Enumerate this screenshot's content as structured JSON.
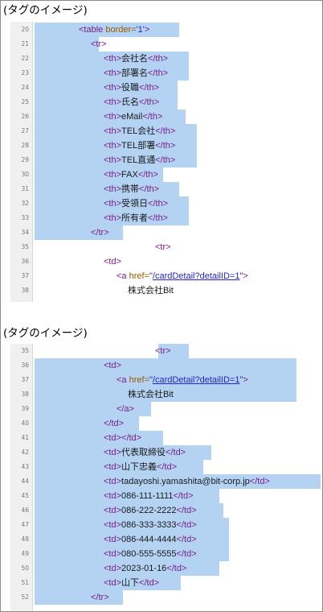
{
  "captions": [
    "(タグのイメージ)",
    "(タグのイメージ)"
  ],
  "colors": {
    "selection": "#b4d3f3",
    "tag": "#7a1f86",
    "attr": "#9a5a00",
    "string": "#2424c8",
    "gutter": "#f0f0f0"
  },
  "panel1": {
    "lines": [
      {
        "n": "20",
        "tokens": [
          {
            "t": "tag",
            "v": "<table "
          },
          {
            "t": "attr",
            "v": "border="
          },
          {
            "t": "str",
            "v": "'1'"
          },
          {
            "t": "tag",
            "v": ">"
          }
        ]
      },
      {
        "n": "21",
        "tokens": [
          {
            "t": "tag",
            "v": "<tr>"
          }
        ]
      },
      {
        "n": "22",
        "tokens": [
          {
            "t": "tag",
            "v": "<th>"
          },
          {
            "t": "txt",
            "v": "会社名"
          },
          {
            "t": "tag",
            "v": "</th>"
          }
        ]
      },
      {
        "n": "23",
        "tokens": [
          {
            "t": "tag",
            "v": "<th>"
          },
          {
            "t": "txt",
            "v": "部署名"
          },
          {
            "t": "tag",
            "v": "</th>"
          }
        ]
      },
      {
        "n": "24",
        "tokens": [
          {
            "t": "tag",
            "v": "<th>"
          },
          {
            "t": "txt",
            "v": "役職"
          },
          {
            "t": "tag",
            "v": "</th>"
          }
        ]
      },
      {
        "n": "25",
        "tokens": [
          {
            "t": "tag",
            "v": "<th>"
          },
          {
            "t": "txt",
            "v": "氏名"
          },
          {
            "t": "tag",
            "v": "</th>"
          }
        ]
      },
      {
        "n": "26",
        "tokens": [
          {
            "t": "tag",
            "v": "<th>"
          },
          {
            "t": "txt",
            "v": "eMail"
          },
          {
            "t": "tag",
            "v": "</th>"
          }
        ]
      },
      {
        "n": "27",
        "tokens": [
          {
            "t": "tag",
            "v": "<th>"
          },
          {
            "t": "txt",
            "v": "TEL会社"
          },
          {
            "t": "tag",
            "v": "</th>"
          }
        ]
      },
      {
        "n": "28",
        "tokens": [
          {
            "t": "tag",
            "v": "<th>"
          },
          {
            "t": "txt",
            "v": "TEL部署"
          },
          {
            "t": "tag",
            "v": "</th>"
          }
        ]
      },
      {
        "n": "29",
        "tokens": [
          {
            "t": "tag",
            "v": "<th>"
          },
          {
            "t": "txt",
            "v": "TEL直通"
          },
          {
            "t": "tag",
            "v": "</th>"
          }
        ]
      },
      {
        "n": "30",
        "tokens": [
          {
            "t": "tag",
            "v": "<th>"
          },
          {
            "t": "txt",
            "v": "FAX"
          },
          {
            "t": "tag",
            "v": "</th>"
          }
        ]
      },
      {
        "n": "31",
        "tokens": [
          {
            "t": "tag",
            "v": "<th>"
          },
          {
            "t": "txt",
            "v": "携帯"
          },
          {
            "t": "tag",
            "v": "</th>"
          }
        ]
      },
      {
        "n": "32",
        "tokens": [
          {
            "t": "tag",
            "v": "<th>"
          },
          {
            "t": "txt",
            "v": "受領日"
          },
          {
            "t": "tag",
            "v": "</th>"
          }
        ]
      },
      {
        "n": "33",
        "tokens": [
          {
            "t": "tag",
            "v": "<th>"
          },
          {
            "t": "txt",
            "v": "所有者"
          },
          {
            "t": "tag",
            "v": "</th>"
          }
        ]
      },
      {
        "n": "34",
        "tokens": [
          {
            "t": "tag",
            "v": "</tr>"
          }
        ]
      },
      {
        "n": "35",
        "tokens": [
          {
            "t": "tag",
            "v": "<tr>"
          }
        ]
      },
      {
        "n": "36",
        "tokens": [
          {
            "t": "tag",
            "v": "<td>"
          }
        ]
      },
      {
        "n": "37",
        "tokens": [
          {
            "t": "tag",
            "v": "<a "
          },
          {
            "t": "attr",
            "v": "href="
          },
          {
            "t": "str",
            "v": "\""
          },
          {
            "t": "link",
            "v": "/cardDetail?detailID=1"
          },
          {
            "t": "str",
            "v": "\""
          },
          {
            "t": "tag",
            "v": ">"
          }
        ]
      },
      {
        "n": "38",
        "tokens": [
          {
            "t": "txt",
            "v": "株式会社Bit"
          }
        ]
      }
    ]
  },
  "panel2": {
    "lines": [
      {
        "n": "35",
        "tokens": [
          {
            "t": "tag",
            "v": "<tr>"
          }
        ]
      },
      {
        "n": "36",
        "tokens": [
          {
            "t": "tag",
            "v": "<td>"
          }
        ]
      },
      {
        "n": "37",
        "tokens": [
          {
            "t": "tag",
            "v": "<a "
          },
          {
            "t": "attr",
            "v": "href="
          },
          {
            "t": "str",
            "v": "\""
          },
          {
            "t": "link",
            "v": "/cardDetail?detailID=1"
          },
          {
            "t": "str",
            "v": "\""
          },
          {
            "t": "tag",
            "v": ">"
          }
        ]
      },
      {
        "n": "38",
        "tokens": [
          {
            "t": "txt",
            "v": "株式会社Bit"
          }
        ]
      },
      {
        "n": "39",
        "tokens": [
          {
            "t": "tag",
            "v": "</a>"
          }
        ]
      },
      {
        "n": "40",
        "tokens": [
          {
            "t": "tag",
            "v": "</td>"
          }
        ]
      },
      {
        "n": "41",
        "tokens": [
          {
            "t": "tag",
            "v": "<td></td>"
          }
        ]
      },
      {
        "n": "42",
        "tokens": [
          {
            "t": "tag",
            "v": "<td>"
          },
          {
            "t": "txt",
            "v": "代表取締役"
          },
          {
            "t": "tag",
            "v": "</td>"
          }
        ]
      },
      {
        "n": "43",
        "tokens": [
          {
            "t": "tag",
            "v": "<td>"
          },
          {
            "t": "txt",
            "v": "山下忠義"
          },
          {
            "t": "tag",
            "v": "</td>"
          }
        ]
      },
      {
        "n": "44",
        "tokens": [
          {
            "t": "tag",
            "v": "<td>"
          },
          {
            "t": "txt",
            "v": "tadayoshi.yamashita@bit-corp.jp"
          },
          {
            "t": "tag",
            "v": "</td>"
          }
        ]
      },
      {
        "n": "45",
        "tokens": [
          {
            "t": "tag",
            "v": "<td>"
          },
          {
            "t": "txt",
            "v": "086-111-1111"
          },
          {
            "t": "tag",
            "v": "</td>"
          }
        ]
      },
      {
        "n": "46",
        "tokens": [
          {
            "t": "tag",
            "v": "<td>"
          },
          {
            "t": "txt",
            "v": "086-222-2222"
          },
          {
            "t": "tag",
            "v": "</td>"
          }
        ]
      },
      {
        "n": "47",
        "tokens": [
          {
            "t": "tag",
            "v": "<td>"
          },
          {
            "t": "txt",
            "v": "086-333-3333"
          },
          {
            "t": "tag",
            "v": "</td>"
          }
        ]
      },
      {
        "n": "48",
        "tokens": [
          {
            "t": "tag",
            "v": "<td>"
          },
          {
            "t": "txt",
            "v": "086-444-4444"
          },
          {
            "t": "tag",
            "v": "</td>"
          }
        ]
      },
      {
        "n": "49",
        "tokens": [
          {
            "t": "tag",
            "v": "<td>"
          },
          {
            "t": "txt",
            "v": "080-555-5555"
          },
          {
            "t": "tag",
            "v": "</td>"
          }
        ]
      },
      {
        "n": "50",
        "tokens": [
          {
            "t": "tag",
            "v": "<td>"
          },
          {
            "t": "txt",
            "v": "2023-01-16"
          },
          {
            "t": "tag",
            "v": "</td>"
          }
        ]
      },
      {
        "n": "51",
        "tokens": [
          {
            "t": "tag",
            "v": "<td>"
          },
          {
            "t": "txt",
            "v": "山下"
          },
          {
            "t": "tag",
            "v": "</td>"
          }
        ]
      },
      {
        "n": "52",
        "tokens": [
          {
            "t": "tag",
            "v": "</tr>"
          }
        ]
      }
    ]
  }
}
